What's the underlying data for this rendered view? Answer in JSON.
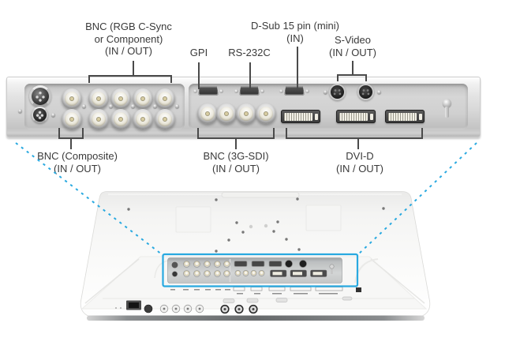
{
  "figure": {
    "labels": {
      "bnc_rgb_1": "BNC (RGB C-Sync",
      "bnc_rgb_2": "or Component)",
      "bnc_rgb_3": "(IN / OUT)",
      "gpi": "GPI",
      "rs232c": "RS-232C",
      "dsub_1": "D-Sub 15 pin (mini)",
      "dsub_2": "(IN)",
      "svideo_1": "S-Video",
      "svideo_2": "(IN / OUT)",
      "composite_1": "BNC (Composite)",
      "composite_2": "(IN / OUT)",
      "sdi_1": "BNC (3G-SDI)",
      "sdi_2": "(IN / OUT)",
      "dvi_1": "DVI-D",
      "dvi_2": "(IN / OUT)"
    },
    "colors": {
      "callout_blue": "#29a9e0",
      "leader_line": "#4a4a4a",
      "label_text": "#3a3a3a"
    }
  }
}
